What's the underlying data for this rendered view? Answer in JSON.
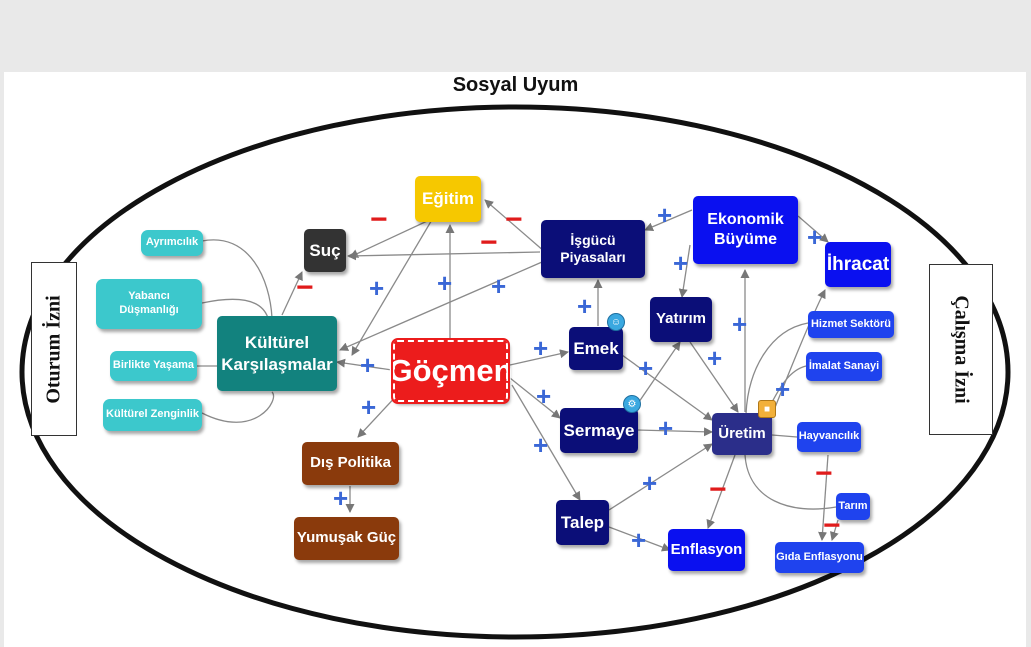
{
  "diagram": {
    "title": "Sosyal Uyum",
    "left_side_label": "Oturum İzni",
    "right_side_label": "Çalışma İzni",
    "colors": {
      "teal_small": "#3cc8cc",
      "teal_big": "#12827e",
      "navy": "#0b0e78",
      "blue": "#0a10f0",
      "brown": "#8a3a0c",
      "red": "#ec1c1c",
      "yellow": "#f6c800",
      "dark": "#333333",
      "plus": "#3a67d6",
      "minus": "#e01b1b"
    },
    "nodes": {
      "ayrimcilik": "Ayrımcılık",
      "yabanci": "Yabancı\nDüşmanlığı",
      "birlikte": "Birlikte Yaşama",
      "kulturel_zenginlik": "Kültürel Zenginlik",
      "kulturel_karsilasmalar": "Kültürel\nKarşılaşmalar",
      "suc": "Suç",
      "egitim": "Eğitim",
      "gocmen": "Göçmen",
      "dis_politika": "Dış Politika",
      "yumusak_guc": "Yumuşak Güç",
      "isgucu": "İşgücü\nPiyasaları",
      "ekonomik_buyume": "Ekonomik\nBüyüme",
      "ihracat": "İhracat",
      "emek": "Emek",
      "yatirim": "Yatırım",
      "sermaye": "Sermaye",
      "uretim": "Üretim",
      "talep": "Talep",
      "enflasyon": "Enflasyon",
      "hizmet": "Hizmet Sektörü",
      "imalat": "İmalat Sanayi",
      "hayvancilik": "Hayvancılık",
      "tarim": "Tarım",
      "gida": "Gıda Enflasyonu"
    },
    "signs": {
      "plus": "+",
      "minus": "−"
    },
    "icons": [
      "person-icon",
      "gear-icon",
      "factory-icon"
    ]
  }
}
